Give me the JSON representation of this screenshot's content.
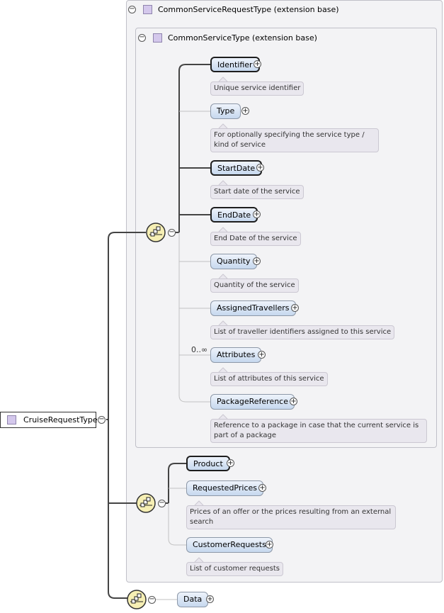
{
  "root": {
    "label": "CruiseRequestType"
  },
  "extension_outer": {
    "label": "CommonServiceRequestType (extension base)"
  },
  "extension_inner": {
    "label": "CommonServiceType (extension base)"
  },
  "inner_elements": [
    {
      "label": "Identifier",
      "doc": "Unique service identifier",
      "required": true
    },
    {
      "label": "Type",
      "doc": "For optionally specifying the service type / kind of service",
      "required": false
    },
    {
      "label": "StartDate",
      "doc": "Start date of the service",
      "required": true
    },
    {
      "label": "EndDate",
      "doc": "End Date of the service",
      "required": true
    },
    {
      "label": "Quantity",
      "doc": "Quantity of the service",
      "required": false
    },
    {
      "label": "AssignedTravellers",
      "doc": "List of traveller identifiers assigned to this service",
      "required": false
    },
    {
      "label": "Attributes",
      "doc": "List of attributes of this service",
      "required": false,
      "occurrence": "0..∞"
    },
    {
      "label": "PackageReference",
      "doc": "Reference to a package in case that the current service is part of a package",
      "required": false
    }
  ],
  "outer_elements": [
    {
      "label": "Product",
      "doc": "",
      "required": true
    },
    {
      "label": "RequestedPrices",
      "doc": "Prices of an offer or the prices resulting from an external search",
      "required": false
    },
    {
      "label": "CustomerRequests",
      "doc": "List of customer requests",
      "required": false
    }
  ],
  "trailing_element": {
    "label": "Data",
    "required": false
  },
  "colors": {
    "required_border": "#1e1e1e",
    "optional_border": "#8d98a8",
    "element_fill": "#c6d8ee",
    "doc_fill": "#e9e7ee",
    "box_fill": "#f3f3f5",
    "sequence_fill": "#f6efb4"
  },
  "icons": {
    "collapse": "minus-circle-icon",
    "expand": "plus-circle-icon",
    "type": "complex-type-icon",
    "compositor": "sequence-compositor-icon"
  }
}
